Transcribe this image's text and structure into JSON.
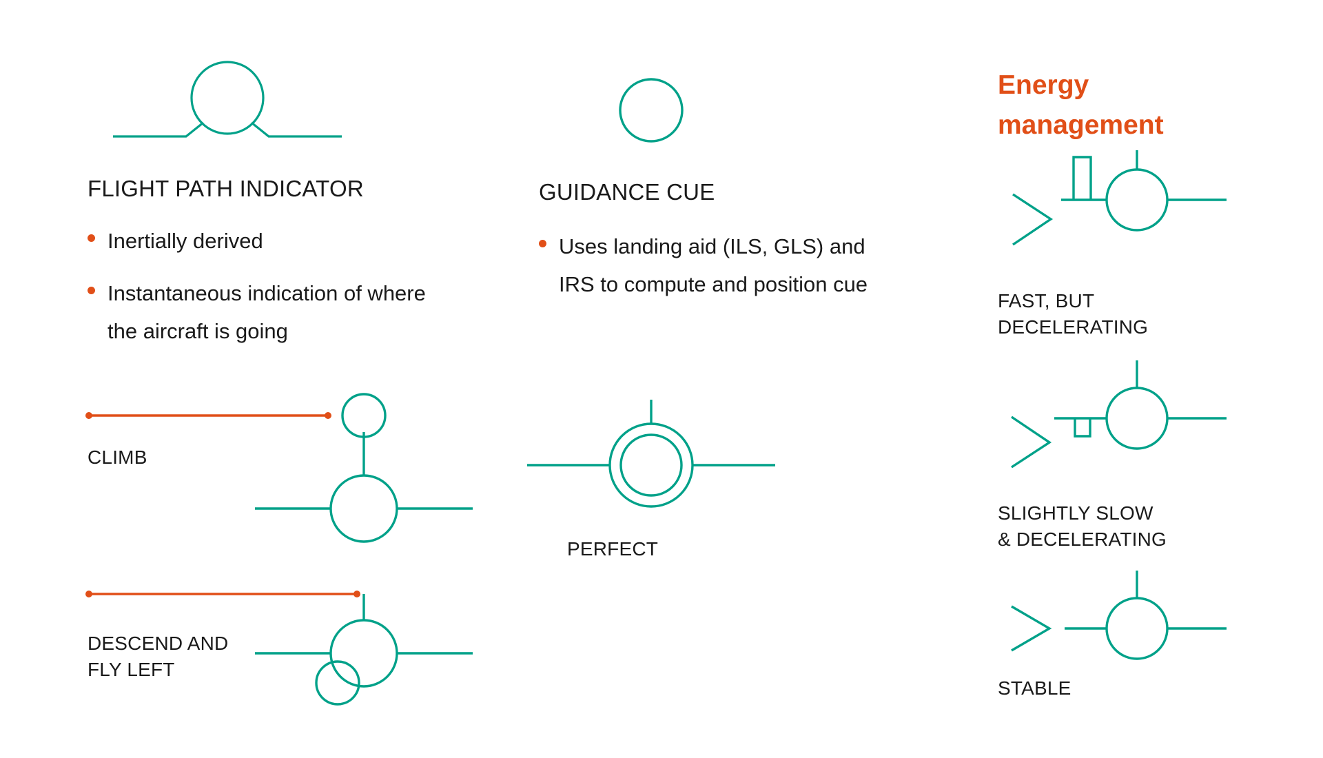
{
  "palette": {
    "teal": "#00a189",
    "orange": "#e14f18",
    "text": "#1a1a1a",
    "background": "#ffffff"
  },
  "columns": {
    "left": {
      "heading": "FLIGHT PATH INDICATOR",
      "bullets": [
        "Inertially derived",
        "Instantaneous indication of where the aircraft is going"
      ],
      "examples": [
        {
          "label": "CLIMB",
          "symbol": "flight-path-vector-climb"
        },
        {
          "label": "DESCEND AND\nFLY LEFT",
          "symbol": "flight-path-vector-descend-left"
        }
      ],
      "hero_symbol": "flight-path-indicator-symbol"
    },
    "middle": {
      "heading": "GUIDANCE CUE",
      "bullets": [
        "Uses landing aid (ILS, GLS) and IRS to compute and position cue"
      ],
      "examples": [
        {
          "label": "PERFECT",
          "symbol": "guidance-cue-perfect"
        }
      ],
      "hero_symbol": "guidance-cue-circle"
    },
    "right": {
      "heading": "Energy\nmanagement",
      "examples": [
        {
          "label": "FAST, BUT\nDECELERATING",
          "symbol": "energy-fast-decelerating"
        },
        {
          "label": "SLIGHTLY SLOW\n& DECELERATING",
          "symbol": "energy-slightly-slow-decelerating"
        },
        {
          "label": "STABLE",
          "symbol": "energy-stable"
        }
      ]
    }
  }
}
